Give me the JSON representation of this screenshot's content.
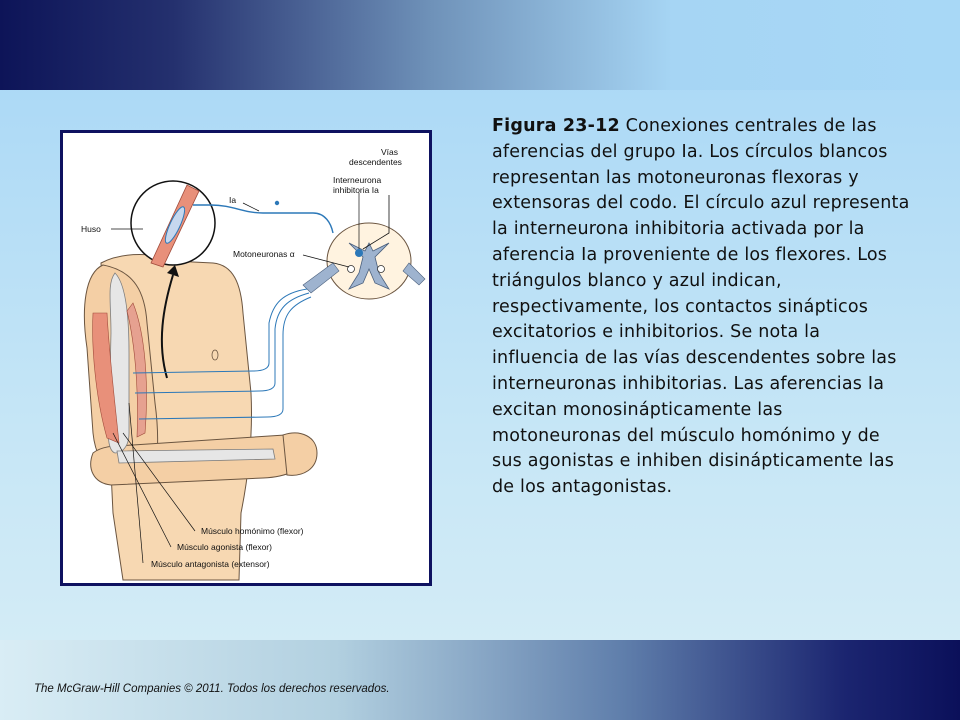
{
  "figure": {
    "labels": {
      "vias_line1": "Vías",
      "vias_line2": "descendentes",
      "interneurona_line1": "Interneurona",
      "interneurona_line2": "inhibitoria Ia",
      "ia": "Ia",
      "huso": "Huso",
      "motoneuronas": "Motoneuronas α",
      "musculo_homonimo": "Músculo homónimo (flexor)",
      "musculo_agonista": "Músculo agonista (flexor)",
      "musculo_antagonista": "Músculo antagonista (extensor)"
    },
    "colors": {
      "frame_border": "#0e1260",
      "skin": "#f7d8b2",
      "muscle": "#e8907a",
      "nerve_blue": "#2c78b8",
      "bone": "#e6e6e6"
    }
  },
  "caption": {
    "figure_number": "Figura 23-12",
    "text": " Conexiones centrales de las aferencias del grupo Ia. Los círculos blancos representan las motoneuronas flexoras y extensoras del codo. El círculo azul representa la interneurona inhibitoria activada por la aferencia Ia proveniente de los flexores. Los triángulos blanco y azul indican, respectivamente, los contactos sinápticos excitatorios e inhibitorios. Se nota la influencia de las vías descendentes sobre las interneuronas inhibitorias. Las aferencias Ia excitan monosinápticamente las motoneuronas del músculo homónimo y de sus agonistas e inhiben disinápticamente las de los antagonistas."
  },
  "footer": {
    "copyright": "The McGraw-Hill Companies © 2011. Todos los derechos reservados."
  }
}
